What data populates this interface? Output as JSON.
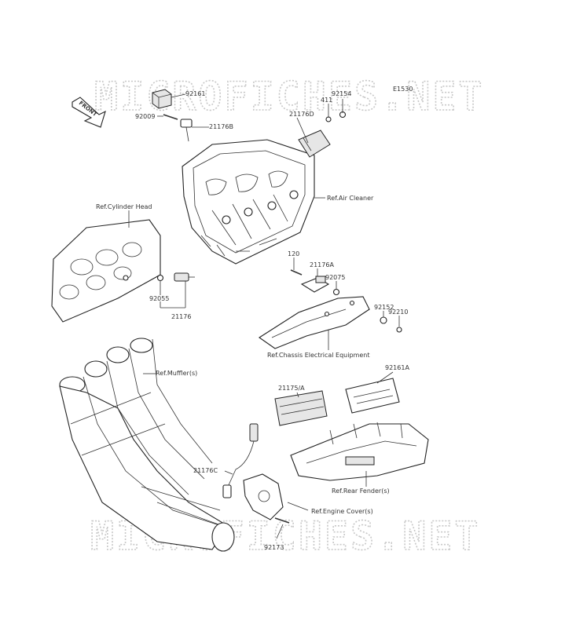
{
  "diagram": {
    "code": "E1530",
    "watermark_top": "MICROFICHES.NET",
    "watermark_bottom": "MICROFICHES.NET",
    "front_arrow": "FRONT",
    "part_numbers": {
      "p92161": "92161",
      "p92009": "92009",
      "p21176B": "21176B",
      "p21176D": "21176D",
      "p411": "411",
      "p92154": "92154",
      "p120": "120",
      "p21176A": "21176A",
      "p92075": "92075",
      "p92152": "92152",
      "p92210": "92210",
      "p92055": "92055",
      "p21176": "21176",
      "p21175A": "21175/A",
      "p92161A": "92161A",
      "p21176C": "21176C",
      "p92173": "92173"
    },
    "references": {
      "cylinder_head": "Ref.Cylinder Head",
      "air_cleaner": "Ref.Air Cleaner",
      "chassis_electrical": "Ref.Chassis Electrical Equipment",
      "muffler": "Ref.Muffler(s)",
      "rear_fender": "Ref.Rear Fender(s)",
      "engine_cover": "Ref.Engine Cover(s)"
    }
  }
}
